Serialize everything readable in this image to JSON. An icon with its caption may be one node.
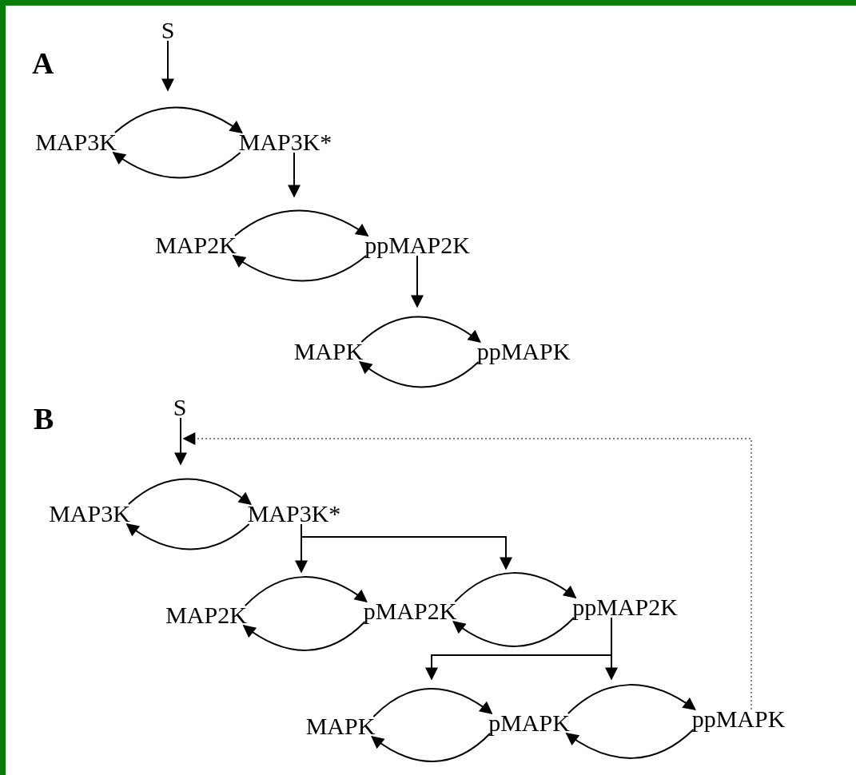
{
  "diagram": {
    "nodes": [
      {
        "text": [
          "S"
        ]
      },
      {
        "text": [
          "MAP3K"
        ]
      },
      {
        "text": [
          "MAP3K*"
        ]
      },
      {
        "text": [
          "MAP2K"
        ]
      },
      {
        "text": [
          "ppMAP2K"
        ]
      },
      {
        "text": [
          "MAPK"
        ]
      },
      {
        "text": [
          "ppMAPK"
        ]
      },
      {
        "text": [
          "S"
        ]
      },
      {
        "text": [
          "MAP3K"
        ]
      },
      {
        "text": [
          "MAP3K*"
        ]
      },
      {
        "text": [
          "MAP2K"
        ]
      },
      {
        "text": [
          "pMAP2K"
        ]
      },
      {
        "text": [
          "ppMAP2K"
        ]
      },
      {
        "text": [
          "MAPK"
        ]
      },
      {
        "text": [
          "pMAPK"
        ]
      },
      {
        "text": [
          "ppMAPK"
        ]
      }
    ],
    "edges": [
      {
        "from": 0,
        "to": null,
        "arrow": "to"
      },
      {
        "from": 1,
        "to": 2,
        "arrow": "to"
      },
      {
        "from": 2,
        "to": 1,
        "arrow": "to"
      },
      {
        "from": 2,
        "to": null,
        "arrow": "to"
      },
      {
        "from": 3,
        "to": 4,
        "arrow": "to"
      },
      {
        "from": 4,
        "to": 3,
        "arrow": "to"
      },
      {
        "from": 4,
        "to": null,
        "arrow": "to"
      },
      {
        "from": 5,
        "to": 6,
        "arrow": "to"
      },
      {
        "from": 6,
        "to": 5,
        "arrow": "to"
      },
      {
        "from": 7,
        "to": null,
        "arrow": "to"
      },
      {
        "from": 8,
        "to": 9,
        "arrow": "to"
      },
      {
        "from": 9,
        "to": 8,
        "arrow": "to"
      },
      {
        "from": 9,
        "to": null,
        "arrow": "to"
      },
      {
        "from": 9,
        "to": null,
        "arrow": "to"
      },
      {
        "from": 10,
        "to": 11,
        "arrow": "to"
      },
      {
        "from": 11,
        "to": 10,
        "arrow": "to"
      },
      {
        "from": 11,
        "to": 12,
        "arrow": "to"
      },
      {
        "from": 12,
        "to": 11,
        "arrow": "to"
      },
      {
        "from": 12,
        "to": null,
        "arrow": "to"
      },
      {
        "from": 12,
        "to": null,
        "arrow": "to"
      },
      {
        "from": 13,
        "to": 14,
        "arrow": "to"
      },
      {
        "from": 14,
        "to": 13,
        "arrow": "to"
      },
      {
        "from": 14,
        "to": 15,
        "arrow": "to"
      },
      {
        "from": 15,
        "to": 14,
        "arrow": "to"
      },
      {
        "from": 15,
        "to": 7,
        "arrow": "to",
        "style": "dashed"
      }
    ],
    "labels": [
      "A",
      "B"
    ]
  }
}
